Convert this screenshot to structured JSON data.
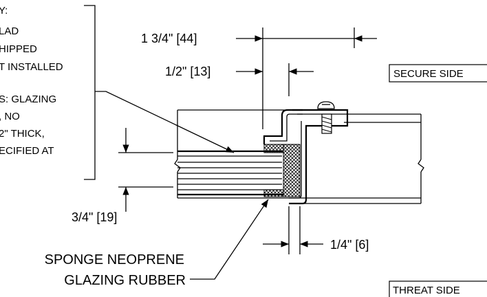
{
  "notes": {
    "lines": [
      "Y:",
      "LAD",
      "HIPPED",
      "T INSTALLED",
      "S:  GLAZING",
      ", NO",
      "2\" THICK,",
      "ECIFIED AT"
    ]
  },
  "dimensions": {
    "overall": "1 3/4\" [44]",
    "stop": "1/2\" [13]",
    "bite": "3/4\" [19]",
    "gap": "1/4\" [6]"
  },
  "callout": {
    "line1": "SPONGE NEOPRENE",
    "line2": "GLAZING RUBBER"
  },
  "labels": {
    "secure_side": "SECURE SIDE",
    "threat_side": "THREAT SIDE"
  }
}
